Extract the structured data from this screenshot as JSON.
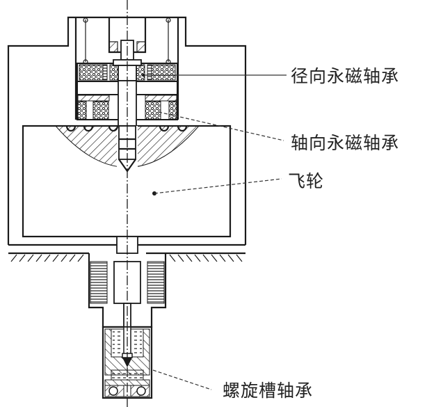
{
  "figure": {
    "type": "mechanical cross-section diagram",
    "subject": "flywheel with magnetic and spiral-groove bearings"
  },
  "labels": [
    {
      "id": "radial-pm-bearing",
      "text": "径向永磁轴承"
    },
    {
      "id": "axial-pm-bearing",
      "text": "轴向永磁轴承"
    },
    {
      "id": "flywheel",
      "text": "飞轮"
    },
    {
      "id": "spiral-groove-bearing",
      "text": "螺旋槽轴承"
    }
  ]
}
